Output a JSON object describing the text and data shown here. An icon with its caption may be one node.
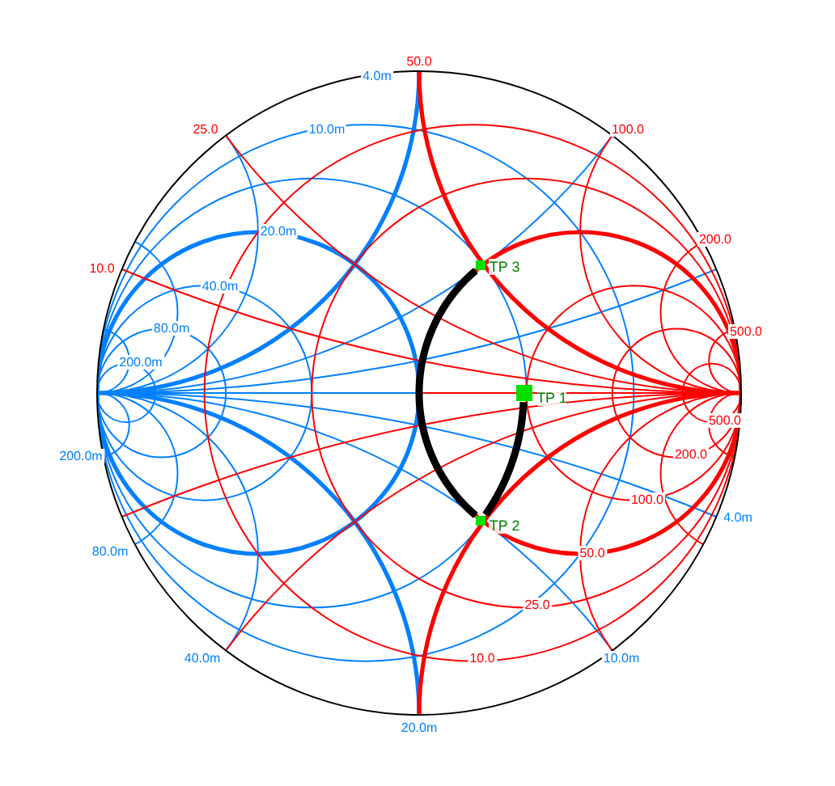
{
  "diagram": {
    "nodes": [
      {
        "text": [],
        "shape": "box",
        "beside": [
          "TP 1"
        ]
      },
      {
        "text": [],
        "shape": "box",
        "beside": [
          "TP 2"
        ]
      },
      {
        "text": [],
        "shape": "box",
        "beside": [
          "TP 3"
        ]
      }
    ],
    "edges": [
      {
        "from": 0,
        "to": 1,
        "arrow": "none"
      },
      {
        "from": 1,
        "to": 2,
        "arrow": "none"
      }
    ],
    "labels": [
      "50.0",
      "4.0m",
      "25.0",
      "10.0m",
      "100.0",
      "20.0m",
      "200.0",
      "10.0",
      "40.0m",
      "80.0m",
      "500.0",
      "200.0m",
      "500.0",
      "200.0m",
      "200.0",
      "100.0",
      "4.0m",
      "80.0m",
      "50.0",
      "25.0",
      "40.0m",
      "10.0",
      "10.0m",
      "20.0m"
    ]
  }
}
